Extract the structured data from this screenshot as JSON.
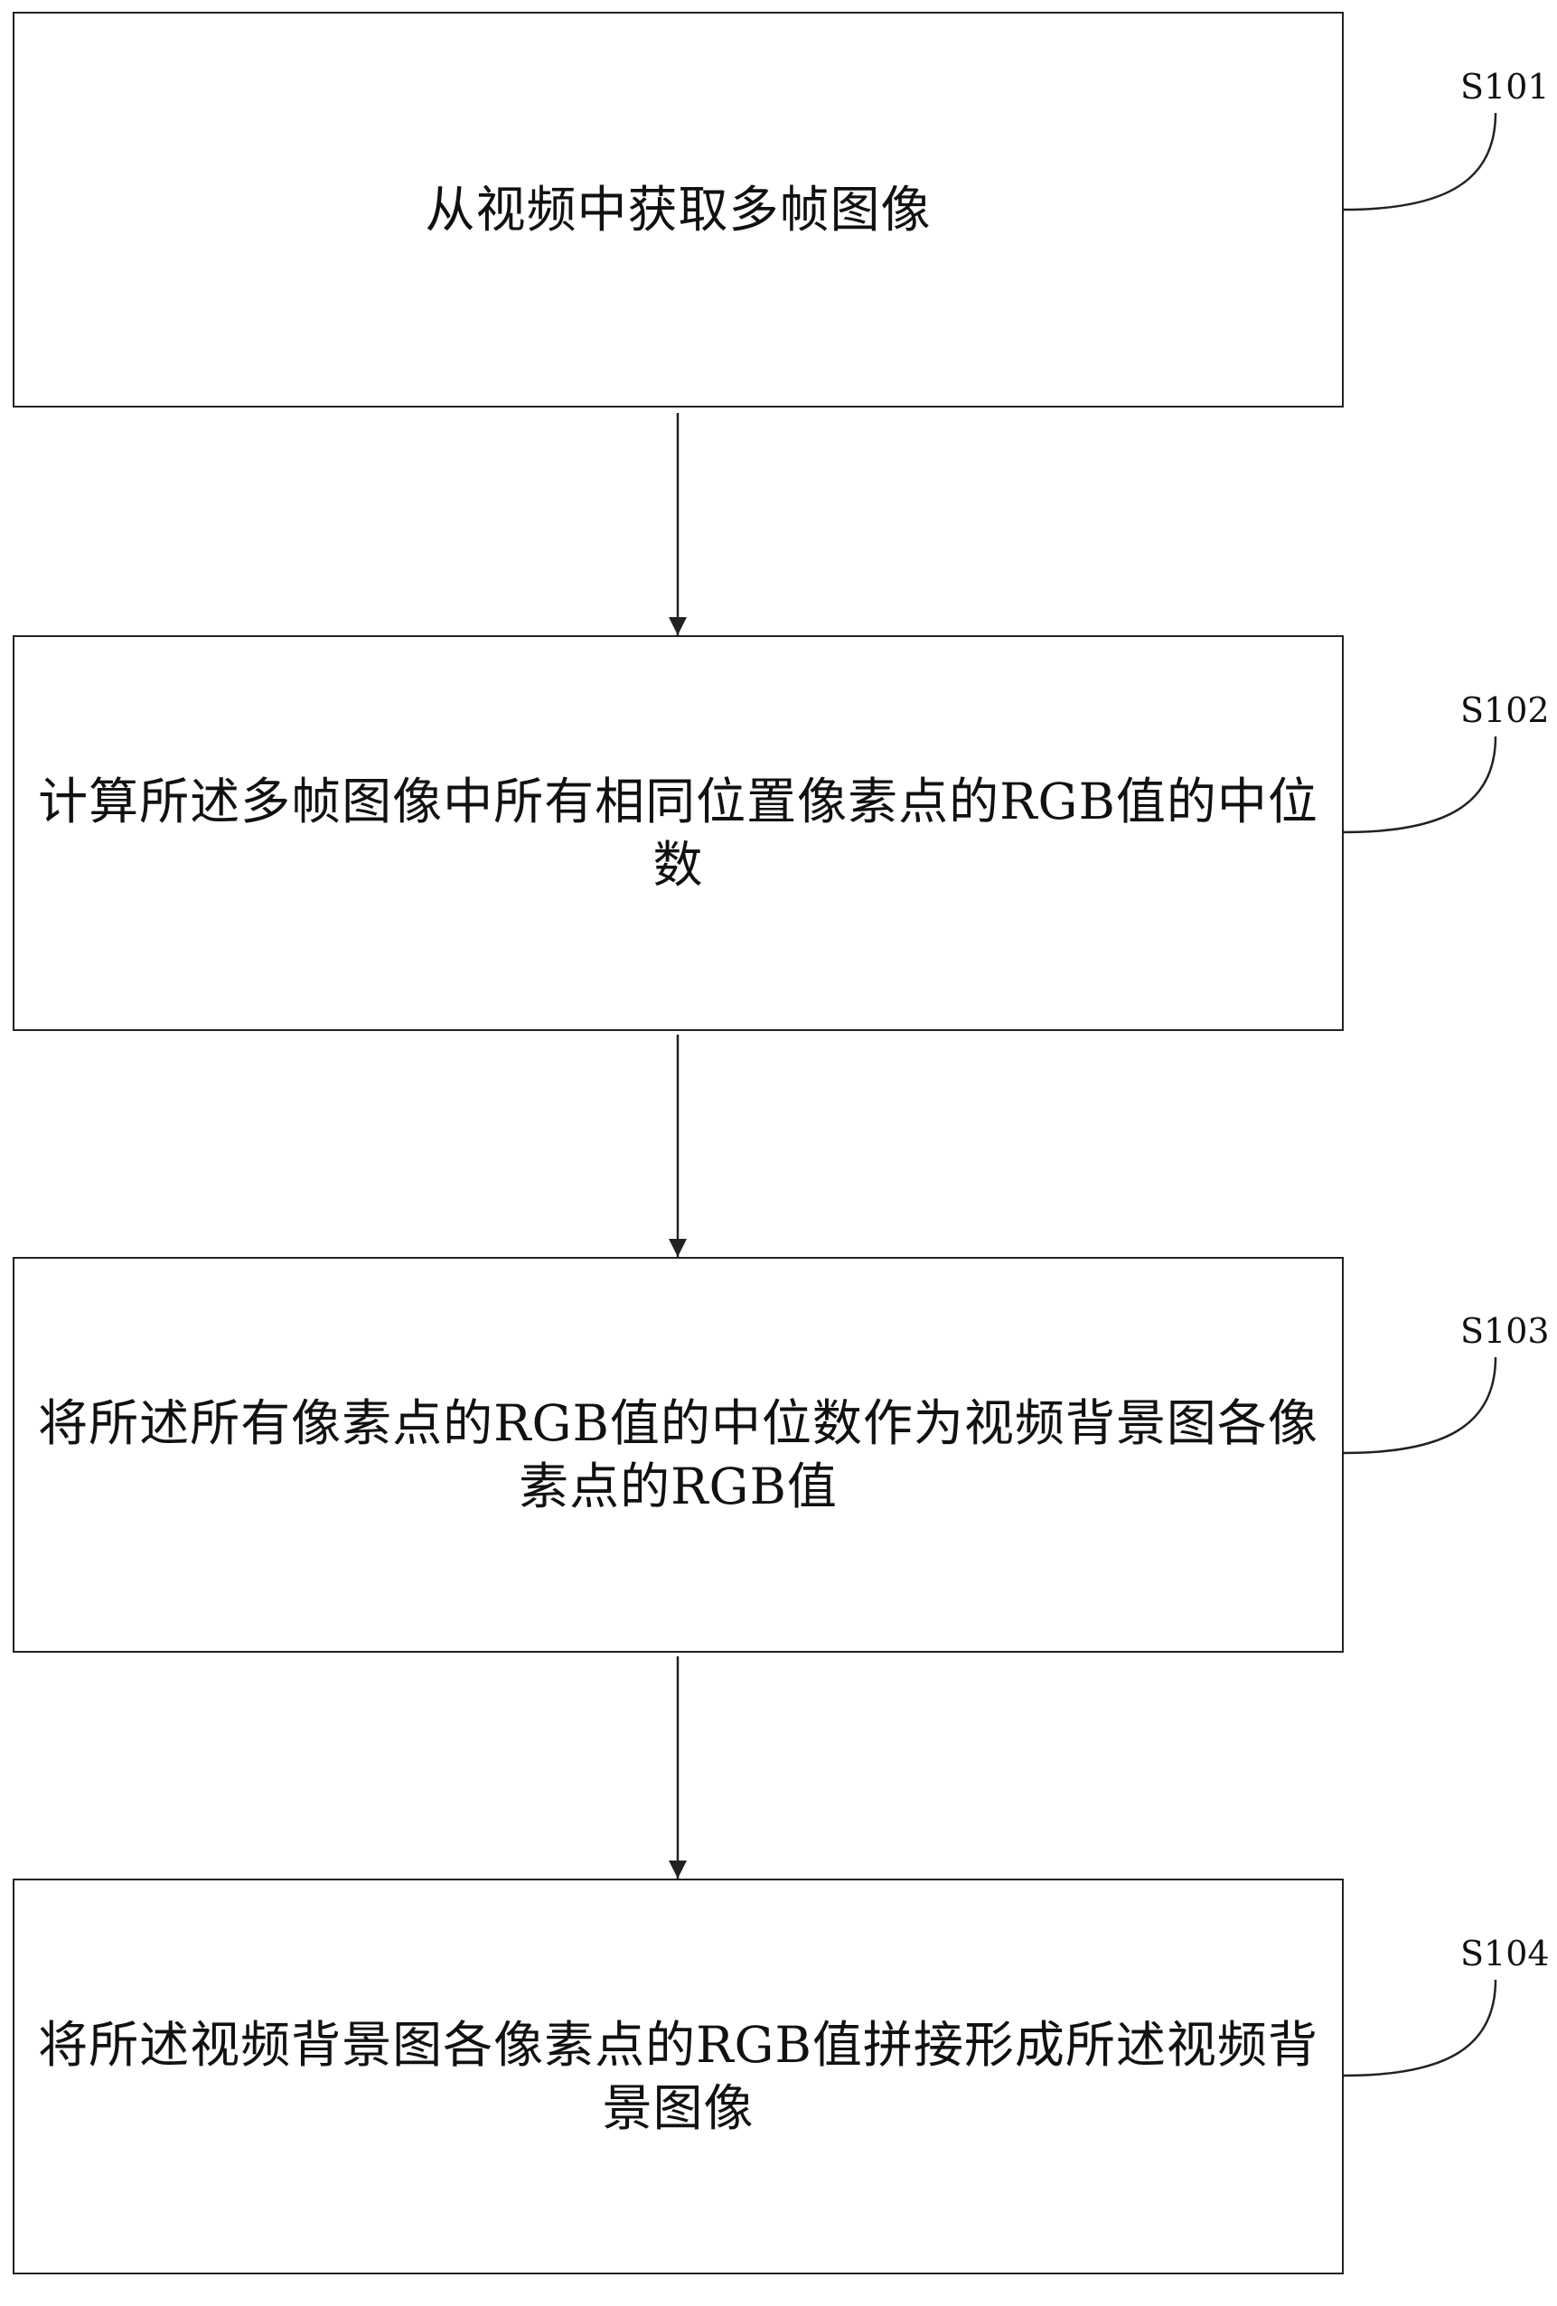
{
  "flowchart": {
    "steps": [
      {
        "label": "S101",
        "text": "从视频中获取多帧图像"
      },
      {
        "label": "S102",
        "text": "计算所述多帧图像中所有相同位置像素点的RGB值的中位\n数"
      },
      {
        "label": "S103",
        "text": "将所述所有像素点的RGB值的中位数作为视频背景图各像\n素点的RGB值"
      },
      {
        "label": "S104",
        "text": "将所述视频背景图各像素点的RGB值拼接形成所述视频背\n景图像"
      }
    ],
    "line_color": "#222222"
  }
}
